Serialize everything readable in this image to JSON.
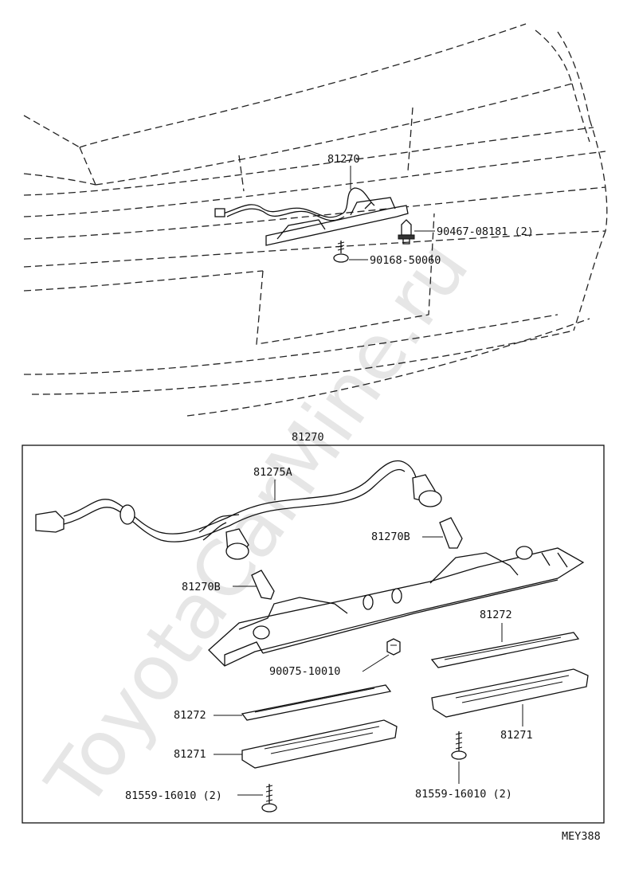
{
  "watermark": "ToyotaCarMine.ru",
  "upper_view": {
    "assembly_label": "81270",
    "bolt_label": "90467-08181 (2)",
    "screw_label": "90168-50060"
  },
  "exploded_view": {
    "box_label": "81270",
    "harness_label": "81275A",
    "bulb_right_label": "81270B",
    "bulb_left_label": "81270B",
    "nut_label": "90075-10010",
    "lens_left_label": "81272",
    "lens_right_label": "81272",
    "housing_left_label": "81271",
    "housing_right_label": "81271",
    "screw_left_label": "81559-16010 (2)",
    "screw_right_label": "81559-16010 (2)"
  },
  "figure_code": "MEY388"
}
